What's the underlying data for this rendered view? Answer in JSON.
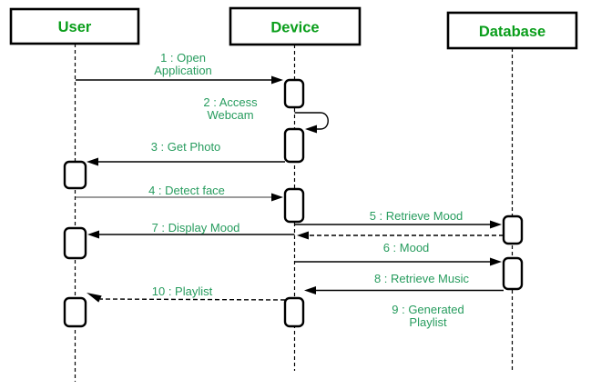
{
  "diagram": {
    "type": "uml-sequence-diagram",
    "colors": {
      "background": "#ffffff",
      "actor_title_text": "#0a9e1b",
      "message_text": "#279c5e",
      "line": "#000000",
      "detect_face_line": "#7a7a7a"
    },
    "actors": [
      {
        "label": "User"
      },
      {
        "label": "Device"
      },
      {
        "label": "Database"
      }
    ],
    "messages": [
      {
        "id": "1",
        "label": "1 : Open Application",
        "lines": [
          "1 : Open",
          "Application"
        ],
        "from": "User",
        "to": "Device",
        "kind": "solid"
      },
      {
        "id": "2",
        "label": "2 : Access Webcam",
        "lines": [
          "2 : Access",
          "Webcam"
        ],
        "from": "Device",
        "to": "Device",
        "kind": "self"
      },
      {
        "id": "3",
        "label": "3 : Get Photo",
        "lines": [
          "3 : Get Photo"
        ],
        "from": "Device",
        "to": "User",
        "kind": "solid"
      },
      {
        "id": "4",
        "label": "4 : Detect face",
        "lines": [
          "4 : Detect face"
        ],
        "from": "User",
        "to": "Device",
        "kind": "solid"
      },
      {
        "id": "5",
        "label": "5 : Retrieve Mood",
        "lines": [
          "5 : Retrieve Mood"
        ],
        "from": "Device",
        "to": "Database",
        "kind": "solid"
      },
      {
        "id": "6",
        "label": "6 : Mood",
        "lines": [
          "6 : Mood"
        ],
        "from": "Database",
        "to": "Device",
        "kind": "dashed"
      },
      {
        "id": "7",
        "label": "7 : Display Mood",
        "lines": [
          "7 : Display Mood"
        ],
        "from": "Device",
        "to": "User",
        "kind": "solid"
      },
      {
        "id": "8",
        "label": "8 : Retrieve Music",
        "lines": [
          "8 : Retrieve Music"
        ],
        "from": "Device",
        "to": "Database",
        "kind": "solid"
      },
      {
        "id": "9",
        "label": "9 : Generated Playlist",
        "lines": [
          "9 : Generated",
          "Playlist"
        ],
        "from": "Database",
        "to": "Device",
        "kind": "solid"
      },
      {
        "id": "10",
        "label": "10 : Playlist",
        "lines": [
          "10 : Playlist"
        ],
        "from": "Device",
        "to": "User",
        "kind": "dashed"
      }
    ]
  }
}
